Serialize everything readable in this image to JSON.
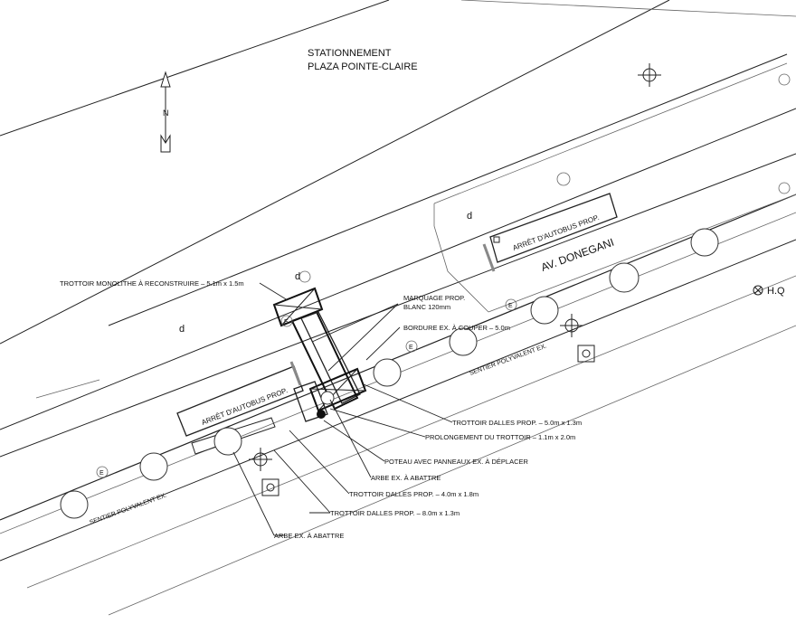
{
  "title": {
    "line1": "STATIONNEMENT",
    "line2": "PLAZA POINTE-CLAIRE"
  },
  "north_label": "N",
  "street_name": "AV. DONEGANI",
  "hq_label": "H.Q",
  "paths": {
    "upper": "SENTIER POLYVALENT EX.",
    "lower": "SENTIER POLYVALENT EX."
  },
  "bus_stops": {
    "left": "ARRÊT D'AUTOBUS PROP.",
    "right": "ARRÊT D'AUTOBUS PROP."
  },
  "marker_letter": "E",
  "utility_letter": "d",
  "callouts": {
    "trottoir_monolithe": "TROTTOIR MONOLITHE À RECONSTRUIRE – 5.1m x 1.5m",
    "marquage_1": "MARQUAGE PROP.",
    "marquage_2": "BLANC 120mm",
    "bordure": "BORDURE EX. À COUPER – 5.0m",
    "trottoir_dalles_5": "TROTTOIR DALLES PROP. – 5.0m x 1.3m",
    "prolongement": "PROLONGEMENT DU TROTTOIR – 1.1m x 2.0m",
    "poteau": "POTEAU AVEC PANNEAUX EX. À DÉPLACER",
    "arbe_1": "ARBE EX. À ABATTRE",
    "trottoir_dalles_4": "TROTTOIR DALLES PROP. – 4.0m x 1.8m",
    "trottoir_dalles_8": "TROTTOIR DALLES PROP. – 8.0m x 1.3m",
    "arbe_2": "ARBE EX. À ABATTRE"
  }
}
